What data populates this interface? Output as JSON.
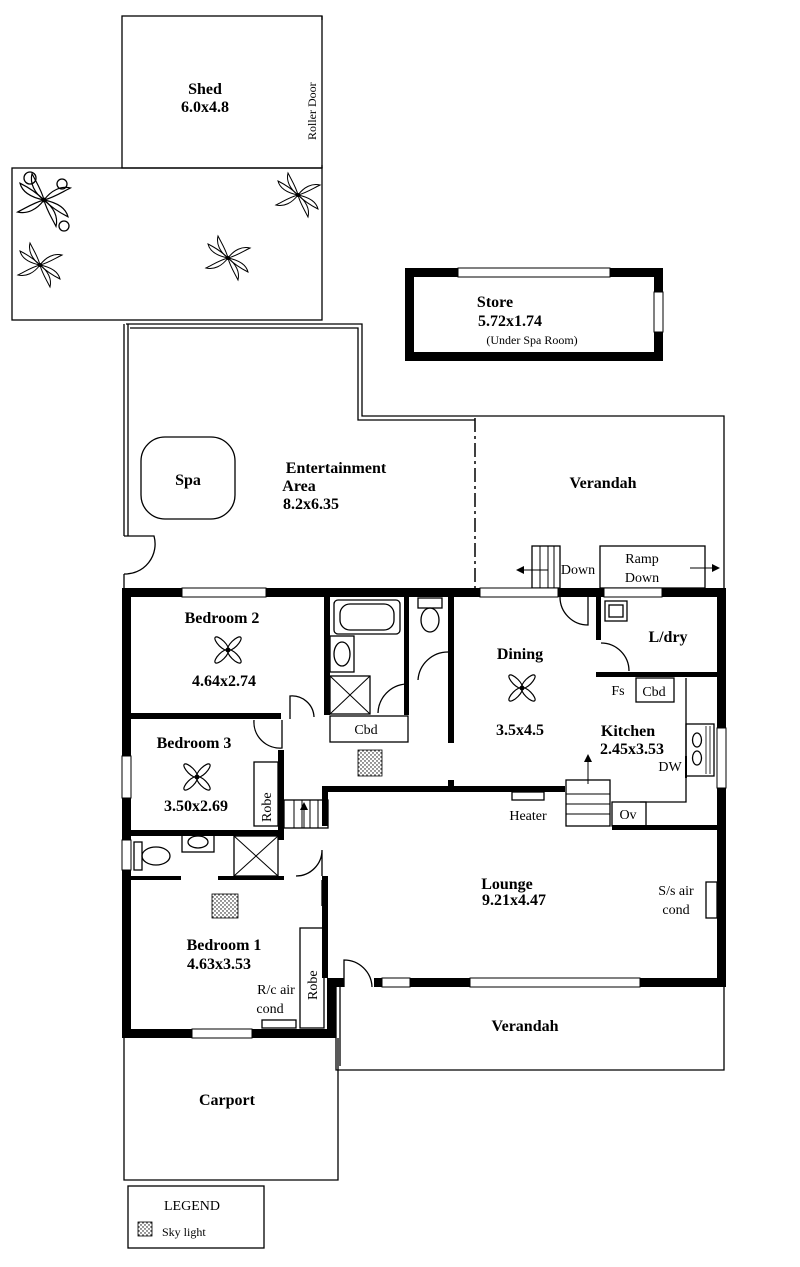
{
  "shed": {
    "name": "Shed",
    "size": "6.0x4.8",
    "roller": "Roller Door"
  },
  "store": {
    "name": "Store",
    "size": "5.72x1.74",
    "note": "(Under Spa Room)"
  },
  "spa": "Spa",
  "entertainment": {
    "line1": "Entertainment",
    "line2": "Area",
    "size": "8.2x6.35"
  },
  "verandah_top": "Verandah",
  "down": "Down",
  "ramp": {
    "line1": "Ramp",
    "line2": "Down"
  },
  "bedroom2": {
    "name": "Bedroom 2",
    "size": "4.64x2.74"
  },
  "bedroom3": {
    "name": "Bedroom 3",
    "size": "3.50x2.69"
  },
  "bedroom1": {
    "name": "Bedroom 1",
    "size": "4.63x3.53"
  },
  "robe": "Robe",
  "cbd": "Cbd",
  "dining": {
    "name": "Dining",
    "size": "3.5x4.5"
  },
  "ldry": "L/dry",
  "fs": "Fs",
  "kitchen": {
    "name": "Kitchen",
    "size": "2.45x3.53",
    "dw": "DW",
    "ov": "Ov"
  },
  "heater": "Heater",
  "lounge": {
    "name": "Lounge",
    "size": "9.21x4.47"
  },
  "ss_air": {
    "line1": "S/s air",
    "line2": "cond"
  },
  "rc_air": {
    "line1": "R/c air",
    "line2": "cond"
  },
  "verandah_bottom": "Verandah",
  "carport": "Carport",
  "legend": {
    "title": "LEGEND",
    "sky_light": "Sky light"
  }
}
